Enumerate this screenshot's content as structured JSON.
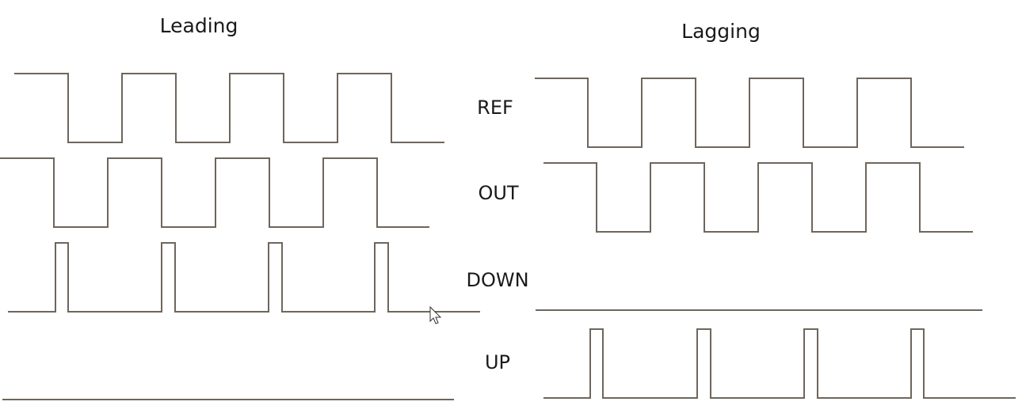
{
  "panels": {
    "leading": {
      "title": "Leading"
    },
    "lagging": {
      "title": "Lagging"
    }
  },
  "signals": {
    "ref": "REF",
    "out": "OUT",
    "down": "DOWN",
    "up": "UP"
  },
  "colors": {
    "trace": "#6e665c",
    "text": "#1a1a1a"
  },
  "icons": [
    "mouse-cursor-icon"
  ]
}
